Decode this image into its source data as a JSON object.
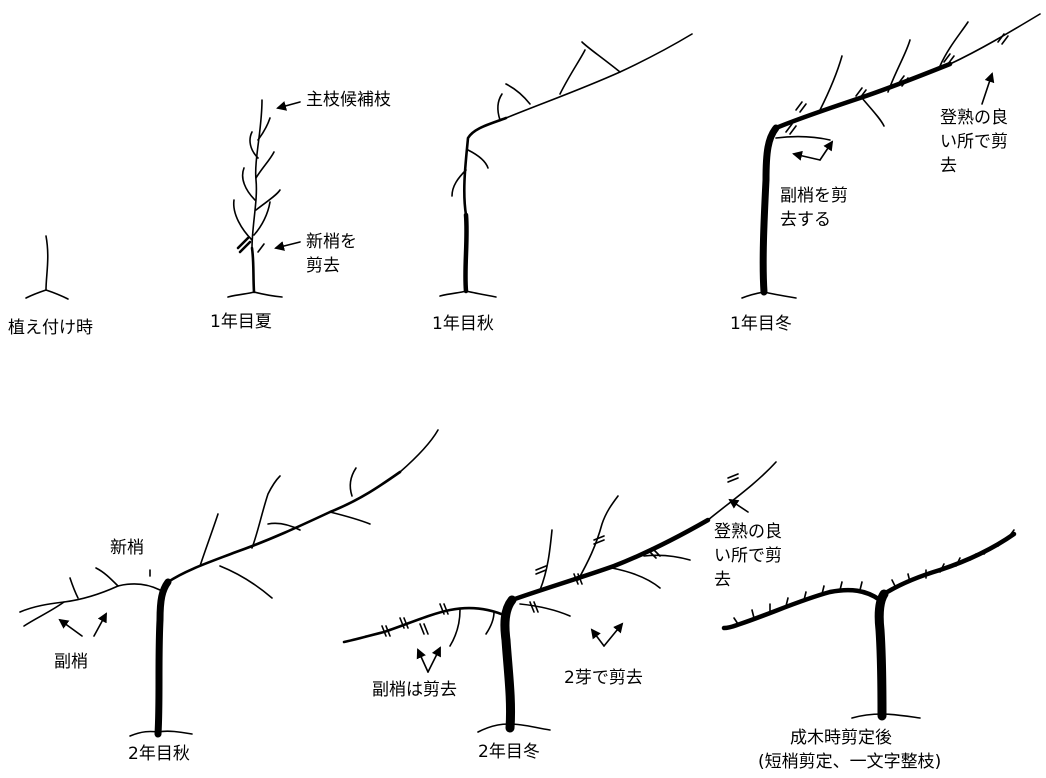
{
  "stages": {
    "planting": "植え付け時",
    "year1_summer": "1年目夏",
    "year1_autumn": "1年目秋",
    "year1_winter": "1年目冬",
    "year2_autumn": "2年目秋",
    "year2_winter": "2年目冬",
    "mature": "成木時剪定後",
    "mature_note": "(短梢剪定、一文字整枝)"
  },
  "annotations": {
    "main_branch_candidate": "主枝候補枝",
    "prune_new_shoot_line1": "新梢を",
    "prune_new_shoot_line2": "剪去",
    "ripe_cut_line1": "登熟の良",
    "ripe_cut_line2": "い所で剪",
    "ripe_cut_line3": "去",
    "prune_lateral_line1": "副梢を剪",
    "prune_lateral_line2": "去する",
    "new_shoot": "新梢",
    "lateral_shoot": "副梢",
    "ripe_cut2_line1": "登熟の良",
    "ripe_cut2_line2": "い所で剪",
    "ripe_cut2_line3": "去",
    "lateral_pruned": "副梢は剪去",
    "two_bud_cut": "2芽で剪去"
  }
}
